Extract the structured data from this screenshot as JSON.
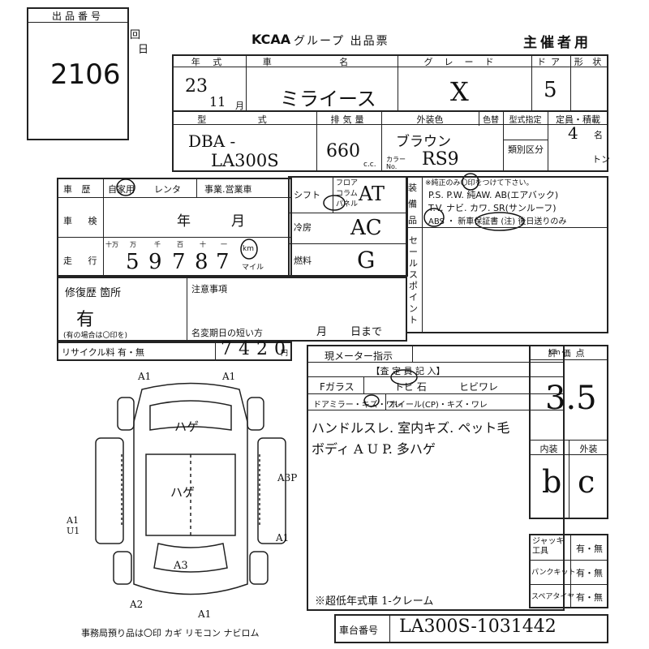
{
  "lot": {
    "label": "出品番号",
    "number": "2106",
    "side_chars": [
      "回",
      "日"
    ]
  },
  "header": {
    "logo": "KCAA",
    "title": "グループ 出品票",
    "owner": "主催者用"
  },
  "row1": {
    "labels": [
      "年 式",
      "車 名",
      "グレード",
      "ドア",
      "形 状"
    ],
    "year": "23",
    "month": "11",
    "month_unit": "月",
    "car_name": "ミライース",
    "grade": "X",
    "doors": "5"
  },
  "row2": {
    "labels": [
      "型 式",
      "排気量",
      "外装色",
      "色替",
      "型式指定",
      "定員・積載"
    ],
    "model_prefix": "DBA -",
    "model": "LA300S",
    "displacement": "660",
    "cc": "c.c.",
    "color": "ブラウン",
    "color_no_label": "カラー No.",
    "color_no": "RS9",
    "class_label": "類別区分",
    "capacity": "4",
    "capacity_unit": "名",
    "tons": "トン"
  },
  "history": {
    "label": "車 歴",
    "own": "自家用",
    "rental": "レンタ",
    "business": "事業.営業車",
    "shaken_label": "車 検",
    "year": "年",
    "month": "月",
    "mileage_label": "走 行",
    "digit_labels": [
      "十万",
      "万",
      "千",
      "百",
      "十",
      "一"
    ],
    "digits": [
      "5",
      "9",
      "7",
      "8",
      "7"
    ],
    "km": "km",
    "mile": "マイル"
  },
  "shift": {
    "label": "シフト",
    "opts": [
      "フロア",
      "コラム",
      "パネル"
    ],
    "value": "AT",
    "ac_label": "冷房",
    "ac_value": "AC",
    "fuel_label": "燃料",
    "fuel_value": "G"
  },
  "equip": {
    "side": "装備品",
    "note": "※純正のみ〇印をつけて下さい。",
    "line1": "P.S. P.W. 純AW. AB(エアバック)",
    "line2": "T.V. ナビ. カワ. SR(サンルーフ)",
    "line3": "ABS ・ 新車保証書 (注) 後日送りのみ",
    "sales_label": "セールスポイント"
  },
  "repair": {
    "label": "修復歴 箇所",
    "value": "有",
    "note": "(有の場合は〇印を)"
  },
  "notes": {
    "label": "注意事項",
    "short": "名変期日の短い方",
    "month": "月",
    "day": "日まで"
  },
  "recycle": {
    "label": "リサイクル料 有・無",
    "value": "7420",
    "unit": "円"
  },
  "meter": {
    "label": "現メーター指示",
    "km": "Km"
  },
  "inspector": {
    "title": "【査 定 員 記 入】",
    "glass": "Fガラス",
    "glass_items": [
      "トビ 石",
      "ヒビワレ"
    ],
    "mirror": "ドアミラー・キズ・ワレ",
    "wheel": "ホイール(CP)・キズ・ワレ",
    "remarks1": "ハンドルスレ. 室内キズ. ペット毛",
    "remarks2": "ボディ A U P. 多ハゲ",
    "bottom": "※超低年式車 1-クレーム"
  },
  "grade_box": {
    "label": "評価点",
    "score": "3.5",
    "int_label": "内装",
    "ext_label": "外装",
    "int": "b",
    "ext": "c"
  },
  "tools": {
    "jack": "ジャッキ工具",
    "puncture": "パンクキット",
    "spare": "スペアタイヤ",
    "yn": "有・無"
  },
  "diagram": {
    "marks": [
      "A1",
      "A1",
      "ハゲ",
      "ハゲ",
      "A3P",
      "A1",
      "A1 U1",
      "A3",
      "A2",
      "A1"
    ]
  },
  "office": {
    "text": "事務局預り品は〇印   カギ  リモコン  ナビロム"
  },
  "chassis": {
    "label": "車台番号",
    "value": "LA300S-1031442"
  }
}
